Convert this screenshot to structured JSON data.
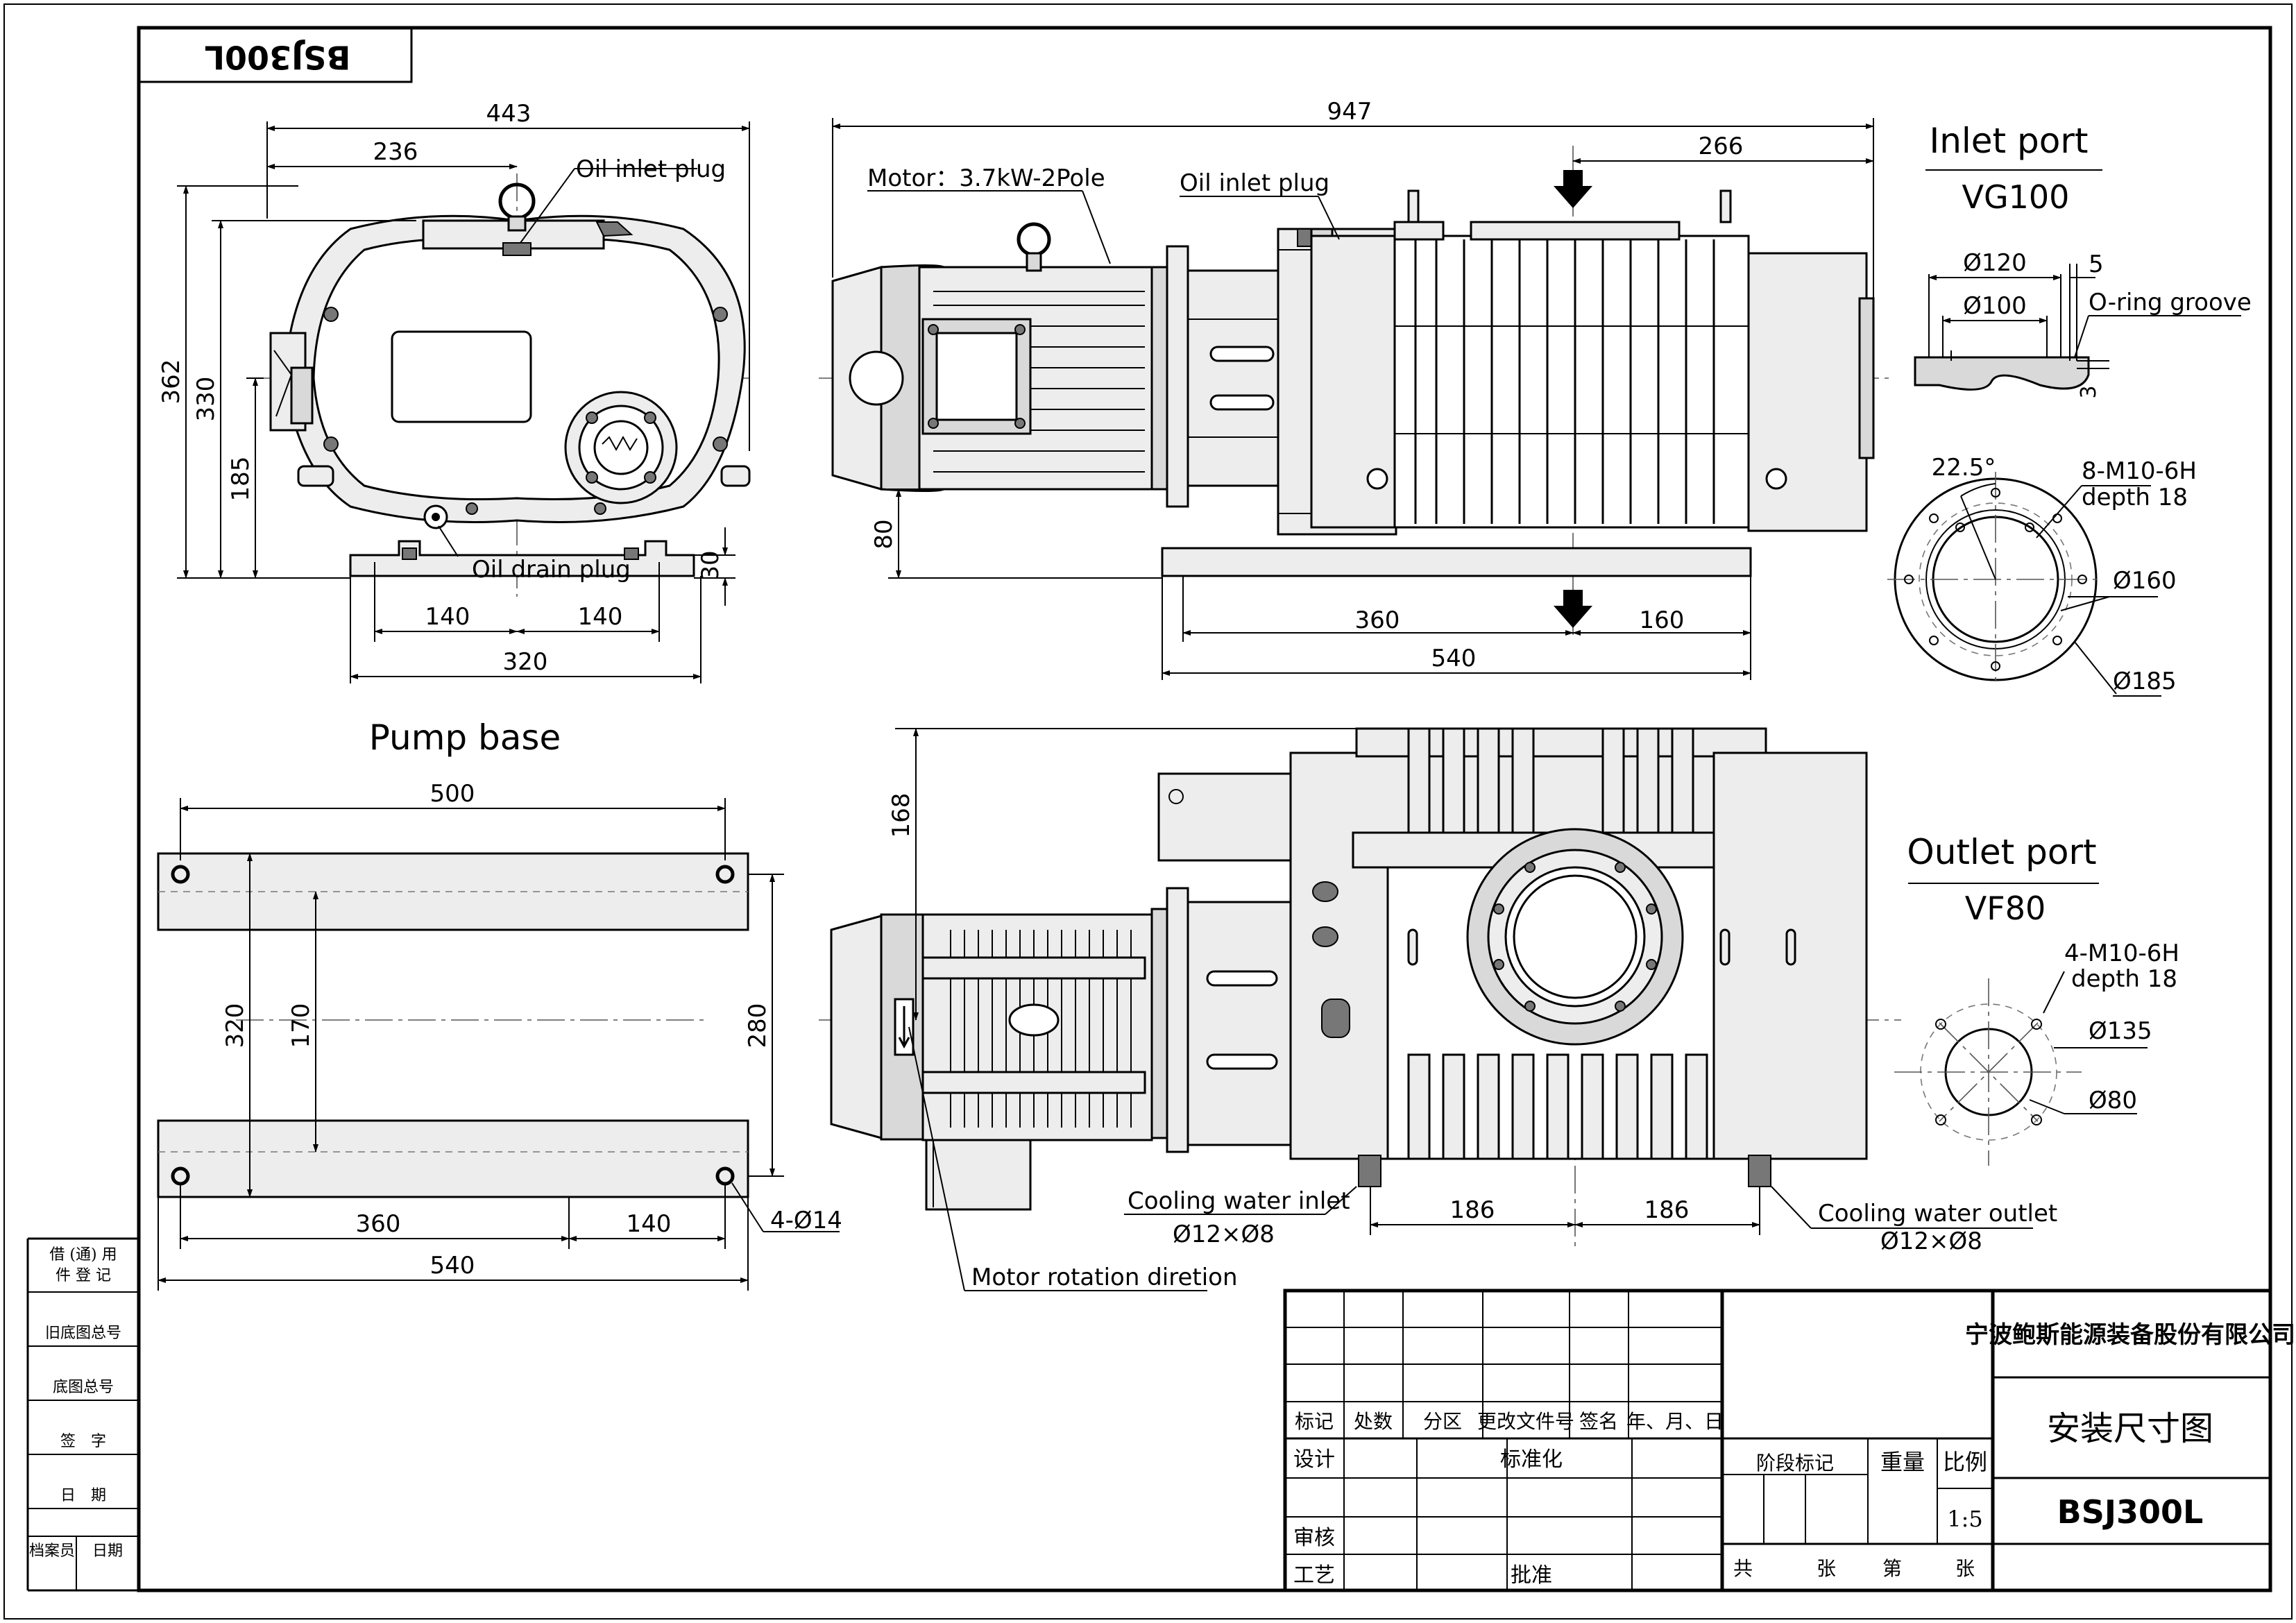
{
  "title_block_mirror": "BSJ300L",
  "side_view": {
    "dim_443": "443",
    "dim_236": "236",
    "dim_362": "362",
    "dim_330": "330",
    "dim_185": "185",
    "dim_30": "30",
    "dim_140_left": "140",
    "dim_140_right": "140",
    "dim_320": "320",
    "oil_inlet_plug": "Oil inlet plug",
    "oil_drain_plug": "Oil drain plug"
  },
  "front_view": {
    "dim_947": "947",
    "dim_266": "266",
    "dim_80": "80",
    "dim_360": "360",
    "dim_160": "160",
    "dim_540": "540",
    "motor_label": "Motor：3.7kW-2Pole",
    "oil_inlet_plug": "Oil inlet plug"
  },
  "inlet_port": {
    "title": "Inlet port",
    "standard": "VG100",
    "d120": "Ø120",
    "d100": "Ø100",
    "groove_width": "5",
    "groove_depth": "3",
    "oring": "O-ring groove",
    "angle": "22.5°",
    "holes": "8-M10-6H",
    "holes_depth": "depth 18",
    "d160": "Ø160",
    "d185": "Ø185"
  },
  "pump_base": {
    "title": "Pump base",
    "dim_500": "500",
    "dim_320": "320",
    "dim_170": "170",
    "dim_280": "280",
    "dim_360": "360",
    "dim_140": "140",
    "dim_540": "540",
    "holes": "4-Ø14"
  },
  "top_view": {
    "dim_168": "168",
    "dim_186_left": "186",
    "dim_186_right": "186",
    "cooling_inlet": "Cooling water inlet",
    "cooling_inlet_size": "Ø12×Ø8",
    "cooling_outlet": "Cooling water outlet",
    "cooling_outlet_size": "Ø12×Ø8",
    "motor_rotation": "Motor rotation diretion"
  },
  "outlet_port": {
    "title": "Outlet port",
    "standard": "VF80",
    "holes": "4-M10-6H",
    "holes_depth": "depth 18",
    "d135": "Ø135",
    "d80": "Ø80"
  },
  "left_column": {
    "row1a": "借 (通) 用",
    "row1b": "件 登 记",
    "row2": "旧底图总号",
    "row3": "底图总号",
    "row4": "签　字",
    "row5": "日　期",
    "row6a": "档案员",
    "row6b": "日期"
  },
  "title_block": {
    "company": "宁波鲍斯能源装备股份有限公司",
    "drawing_name": "安装尺寸图",
    "model": "BSJ300L",
    "h_mark": "标记",
    "h_count": "处数",
    "h_zone": "分区",
    "h_change": "更改文件号",
    "h_sign": "签名",
    "h_date": "年、月、日",
    "design": "设计",
    "standard": "标准化",
    "review": "审核",
    "process": "工艺",
    "approve": "批准",
    "stage": "阶段标记",
    "weight": "重量",
    "scale": "比例",
    "scale_value": "1:5",
    "sheets_total": "共",
    "sheets_unit1": "张",
    "sheet_no": "第",
    "sheets_unit2": "张"
  }
}
